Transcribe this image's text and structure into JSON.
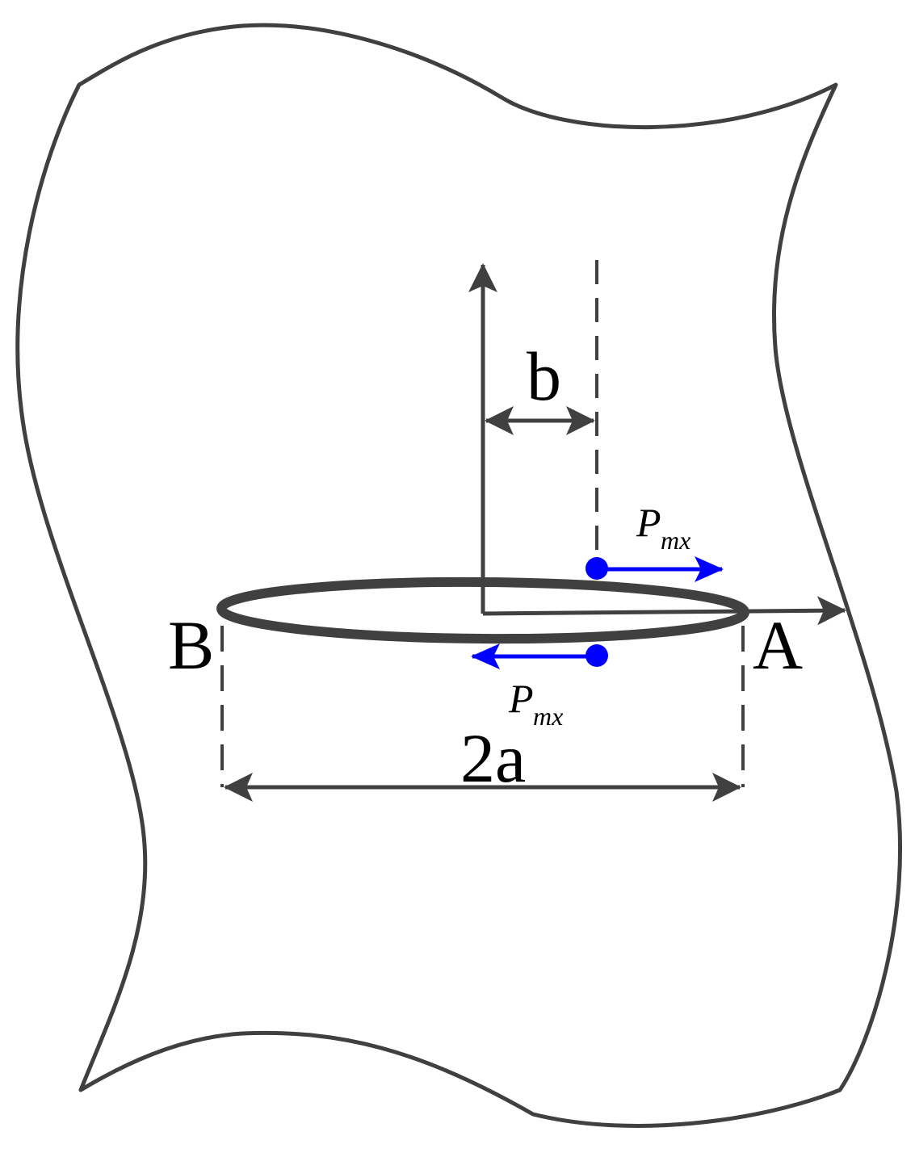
{
  "labels": {
    "b": "b",
    "width": "2a",
    "point_a": "A",
    "point_b": "B",
    "load_top": "P",
    "load_top_sub": "mx",
    "load_bottom": "P",
    "load_bottom_sub": "mx"
  },
  "colors": {
    "line": "#404040",
    "load": "#0000ff",
    "background": "#ffffff"
  }
}
